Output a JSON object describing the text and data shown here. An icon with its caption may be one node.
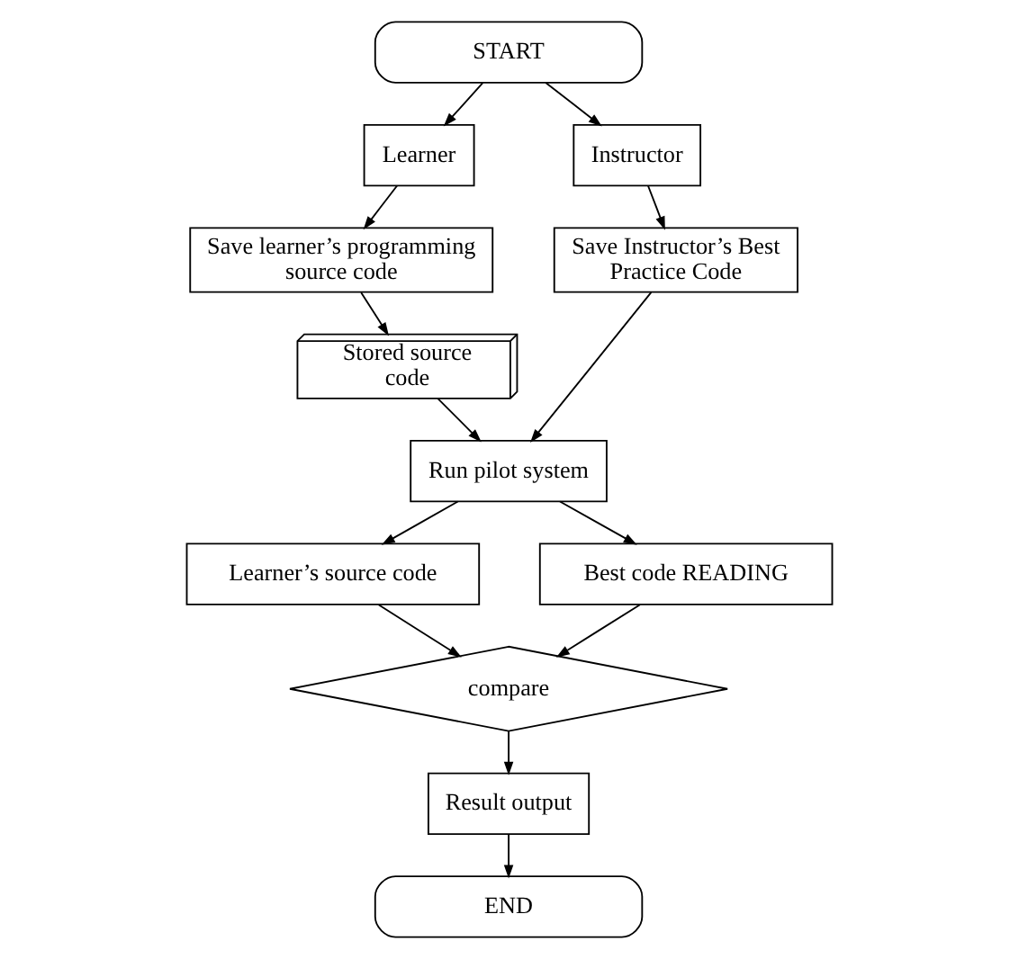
{
  "diagram": {
    "nodes": [
      {
        "text": [
          "START"
        ]
      },
      {
        "text": [
          "Learner"
        ]
      },
      {
        "text": [
          "Instructor"
        ]
      },
      {
        "text": [
          "Save learner’s programming source code"
        ]
      },
      {
        "text": [
          "Save Instructor’s Best Practice Code"
        ]
      },
      {
        "text": [
          "Stored source code"
        ]
      },
      {
        "text": [
          "Run pilot system"
        ]
      },
      {
        "text": [
          "Learner’s source code"
        ]
      },
      {
        "text": [
          "Best code READING"
        ]
      },
      {
        "text": [
          "compare"
        ]
      },
      {
        "text": [
          "Result output"
        ]
      },
      {
        "text": [
          "END"
        ]
      }
    ],
    "edges": [
      {
        "from": 0,
        "to": 1,
        "arrow": "to"
      },
      {
        "from": 0,
        "to": 2,
        "arrow": "to"
      },
      {
        "from": 1,
        "to": 3,
        "arrow": "to"
      },
      {
        "from": 3,
        "to": 5,
        "arrow": "to"
      },
      {
        "from": 2,
        "to": 4,
        "arrow": "to"
      },
      {
        "from": 5,
        "to": 6,
        "arrow": "to"
      },
      {
        "from": 4,
        "to": 6,
        "arrow": "to"
      },
      {
        "from": 6,
        "to": 7,
        "arrow": "to"
      },
      {
        "from": 6,
        "to": 8,
        "arrow": "to"
      },
      {
        "from": 7,
        "to": 9,
        "arrow": "to"
      },
      {
        "from": 8,
        "to": 9,
        "arrow": "to"
      },
      {
        "from": 9,
        "to": 10,
        "arrow": "to"
      },
      {
        "from": 10,
        "to": 11,
        "arrow": "to"
      }
    ]
  }
}
